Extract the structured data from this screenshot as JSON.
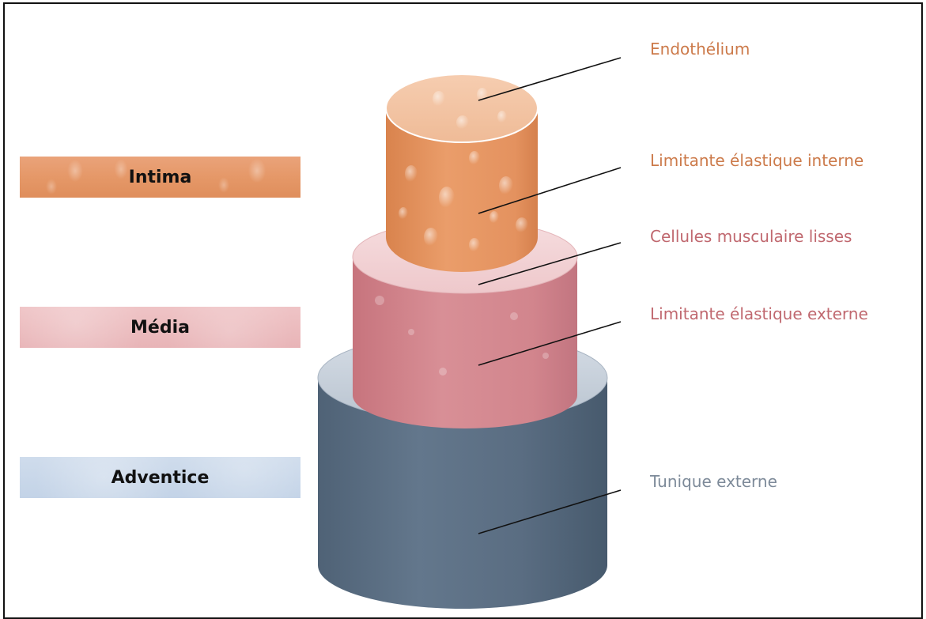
{
  "layers": {
    "intima": "Intima",
    "media": "Média",
    "adventice": "Adventice"
  },
  "labels": {
    "endothelium": "Endothélium",
    "limitante_interne": "Limitante élastique interne",
    "cellules_musculaires": "Cellules musculaire lisses",
    "limitante_externe": "Limitante élastique externe",
    "tunique_externe": "Tunique externe"
  },
  "colors": {
    "intima": "#e5986b",
    "media": "#d99197",
    "adventice": "#5c6f83",
    "label_orange": "#cc7a4a",
    "label_pink": "#c0686f",
    "label_grey": "#7d8a99"
  }
}
